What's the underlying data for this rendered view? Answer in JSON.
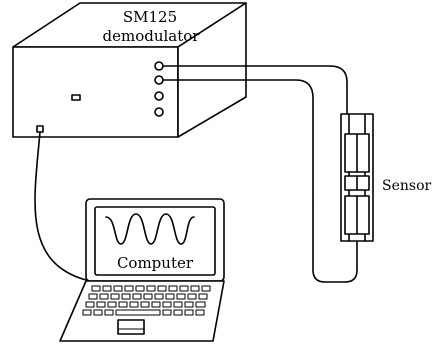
{
  "demodulator": {
    "line1": "SM125",
    "line2": "demodulator"
  },
  "computer": {
    "label": "Computer"
  },
  "sensor": {
    "label": "Sensor"
  }
}
